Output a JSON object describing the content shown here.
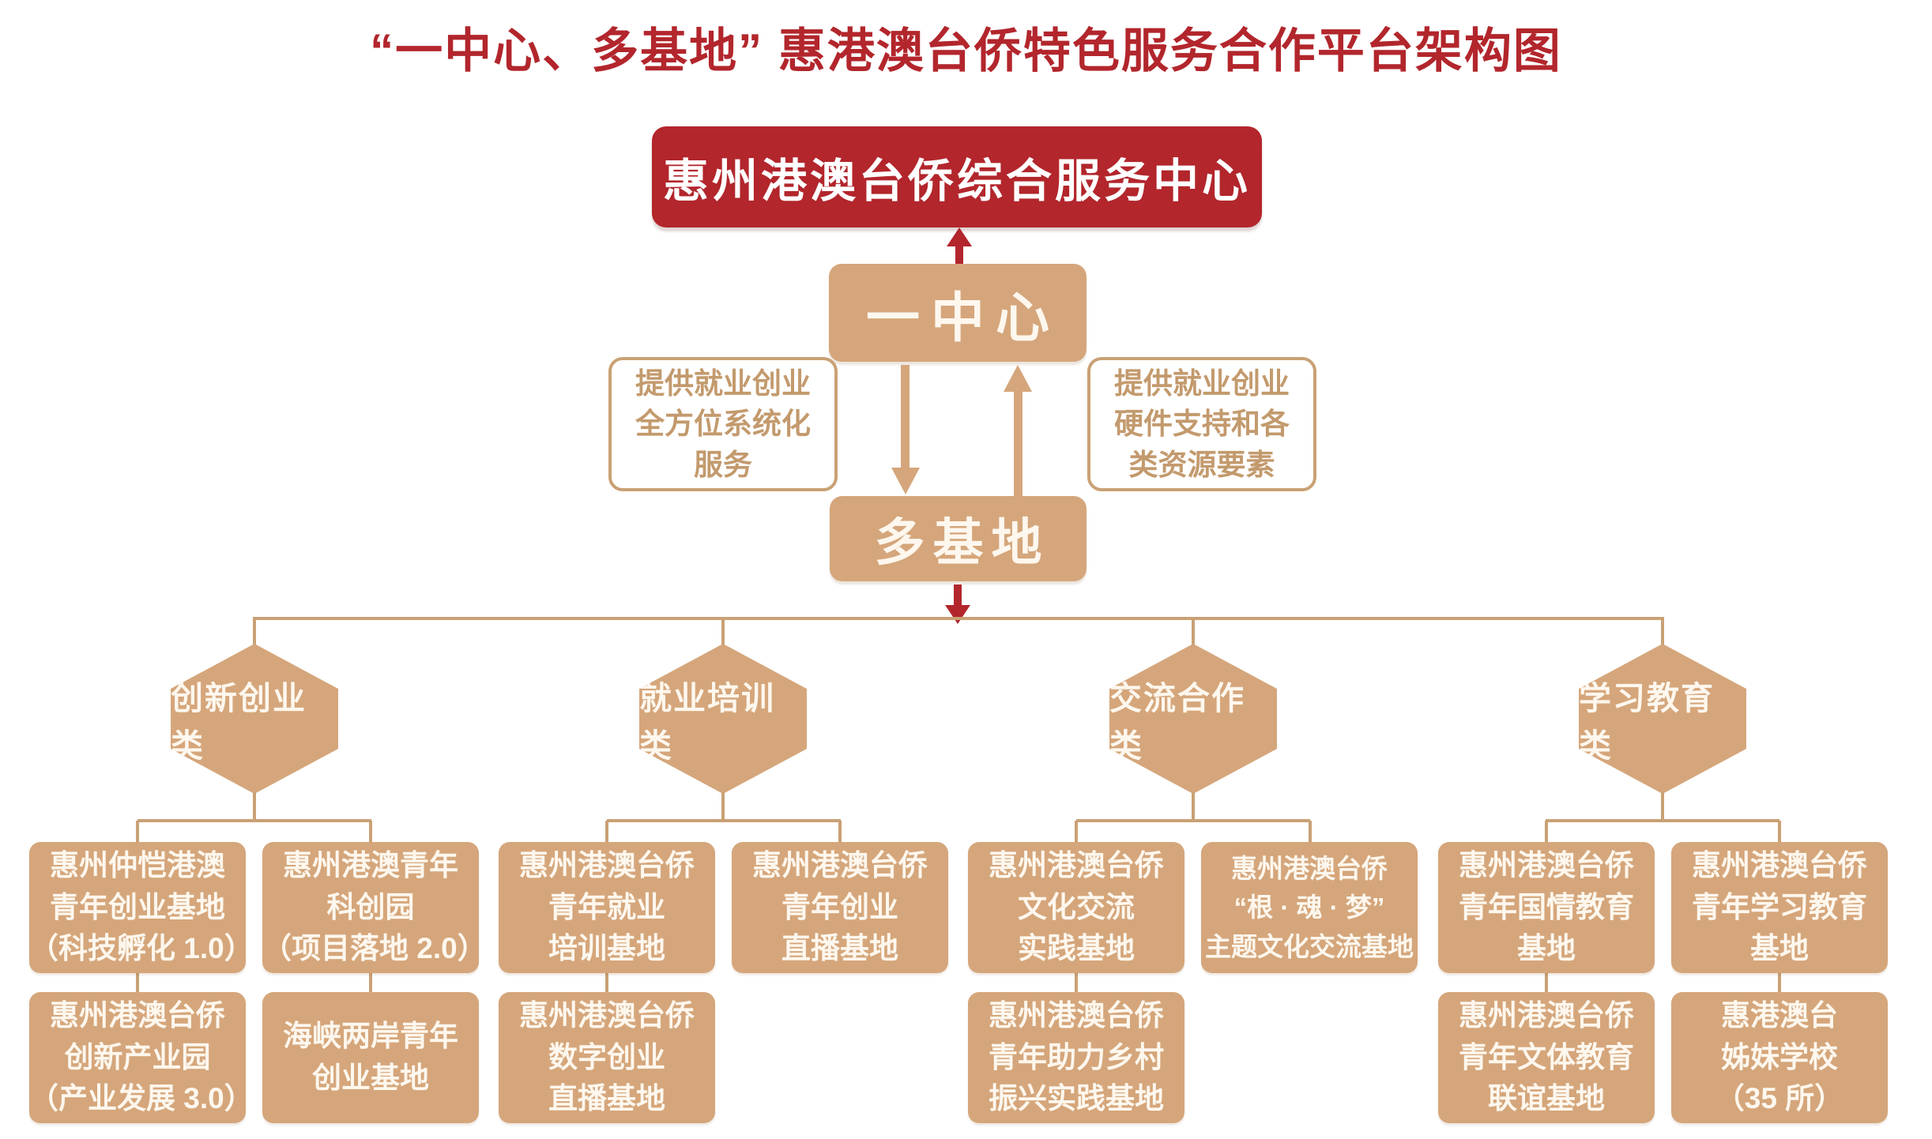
{
  "title": "“一中心、多基地” 惠港澳台侨特色服务合作平台架构图",
  "colors": {
    "red": "#b2262c",
    "tan": "#d5a67b",
    "line": "#c9a175"
  },
  "center_box": "惠州港澳台侨综合服务中心",
  "one_center": "一中心",
  "multi_base": "多基地",
  "notes": {
    "left": [
      "提供就业创业",
      "全方位系统化",
      "服务"
    ],
    "right": [
      "提供就业创业",
      "硬件支持和各",
      "类资源要素"
    ]
  },
  "groups": [
    {
      "label": "创新创业类",
      "columns": [
        {
          "top": [
            "惠州仲恺港澳",
            "青年创业基地",
            "（科技孵化 1.0）"
          ],
          "bottom": [
            "惠州港澳台侨",
            "创新产业园",
            "（产业发展 3.0）"
          ]
        },
        {
          "top": [
            "惠州港澳青年",
            "科创园",
            "（项目落地 2.0）"
          ],
          "bottom": [
            "海峡两岸青年",
            "创业基地"
          ]
        }
      ]
    },
    {
      "label": "就业培训类",
      "columns": [
        {
          "top": [
            "惠州港澳台侨",
            "青年就业",
            "培训基地"
          ],
          "bottom": [
            "惠州港澳台侨",
            "数字创业",
            "直播基地"
          ]
        },
        {
          "top": [
            "惠州港澳台侨",
            "青年创业",
            "直播基地"
          ]
        }
      ]
    },
    {
      "label": "交流合作类",
      "columns": [
        {
          "top": [
            "惠州港澳台侨",
            "文化交流",
            "实践基地"
          ],
          "bottom": [
            "惠州港澳台侨",
            "青年助力乡村",
            "振兴实践基地"
          ]
        },
        {
          "top": [
            "惠州港澳台侨",
            "“根 · 魂 · 梦”",
            "主题文化交流基地"
          ]
        }
      ]
    },
    {
      "label": "学习教育类",
      "columns": [
        {
          "top": [
            "惠州港澳台侨",
            "青年国情教育",
            "基地"
          ],
          "bottom": [
            "惠州港澳台侨",
            "青年文体教育",
            "联谊基地"
          ]
        },
        {
          "top": [
            "惠州港澳台侨",
            "青年学习教育",
            "基地"
          ],
          "bottom": [
            "惠港澳台",
            "姊妹学校",
            "（35 所）"
          ]
        }
      ]
    }
  ]
}
